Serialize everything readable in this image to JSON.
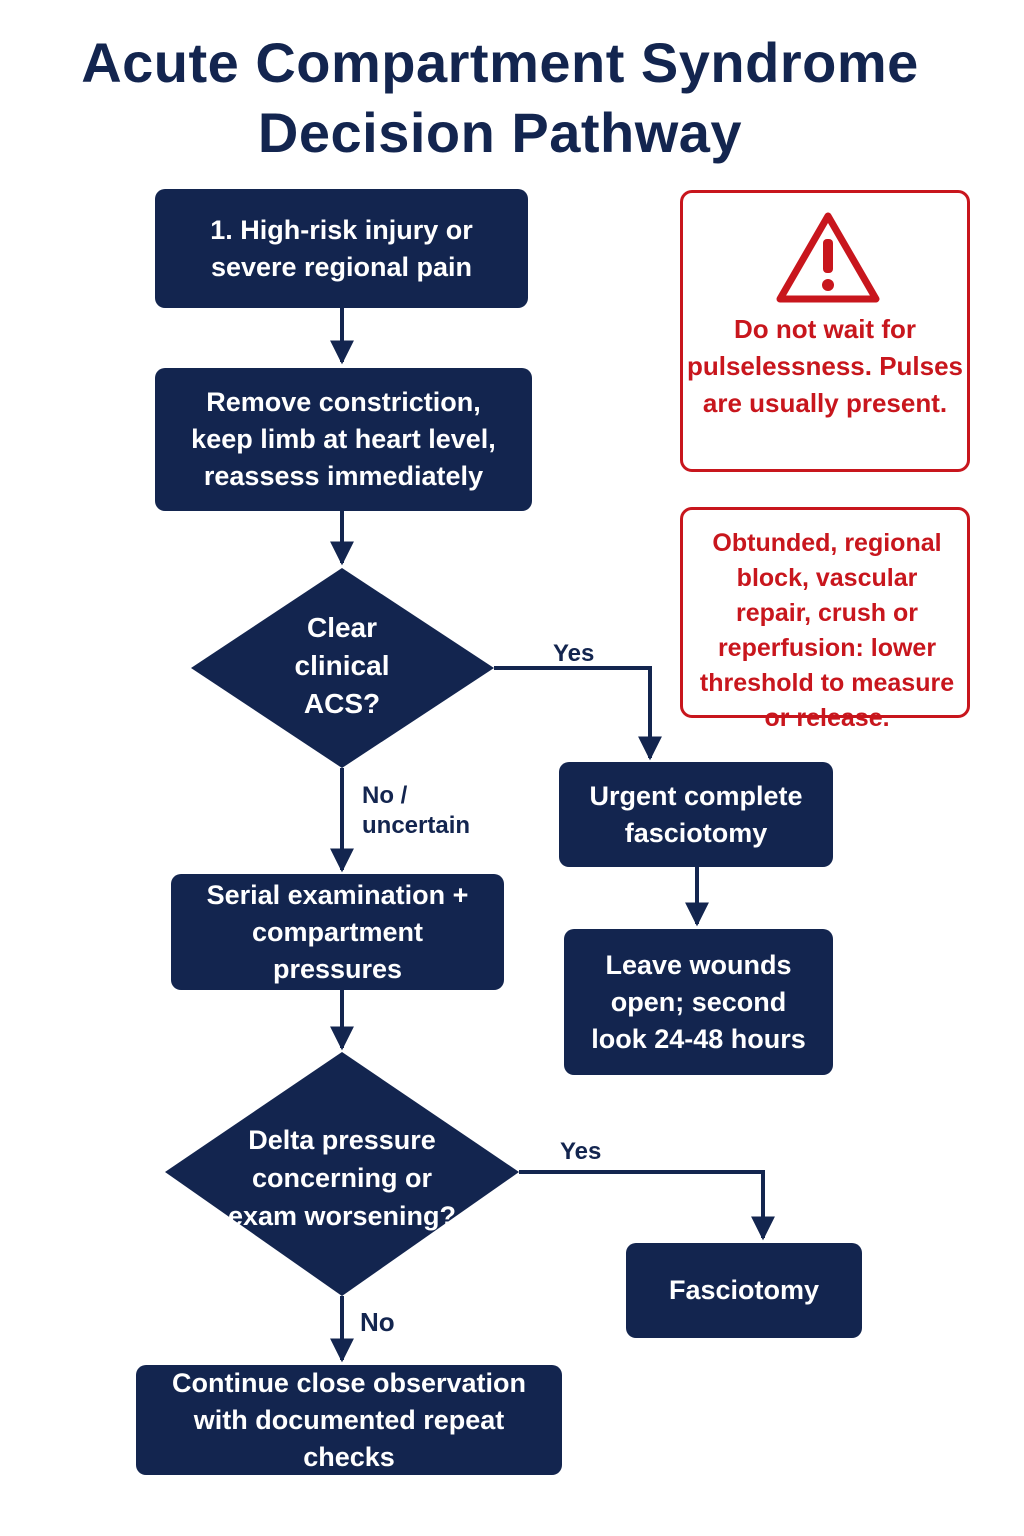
{
  "title": {
    "line1": "Acute Compartment Syndrome",
    "line2": "Decision Pathway"
  },
  "nodes": {
    "high_risk": "1. High-risk injury or severe regional pain",
    "remove_constriction": "Remove constriction, keep limb at heart level, reassess immediately",
    "clear_acs": "Clear clinical ACS?",
    "urgent_fasciotomy": "Urgent complete fasciotomy",
    "leave_wounds": "Leave wounds open; second look 24-48 hours",
    "serial_exam": "Serial examination + compartment pressures",
    "delta_pressure": "Delta pressure concerning or exam worsening?",
    "fasciotomy": "Fasciotomy",
    "continue_observation": "Continue close observation with documented repeat checks"
  },
  "edge_labels": {
    "yes_1": "Yes",
    "no_uncertain": "No / uncertain",
    "yes_2": "Yes",
    "no": "No"
  },
  "warnings": {
    "pulses": "Do not wait for pulselessness. Pulses are usually present.",
    "threshold": "Obtunded, regional block, vascular repair, crush or reperfusion: lower threshold to measure or release.",
    "pulses_icon": "warning-triangle-icon"
  },
  "colors": {
    "navy": "#13254f",
    "red": "#c8161d"
  }
}
